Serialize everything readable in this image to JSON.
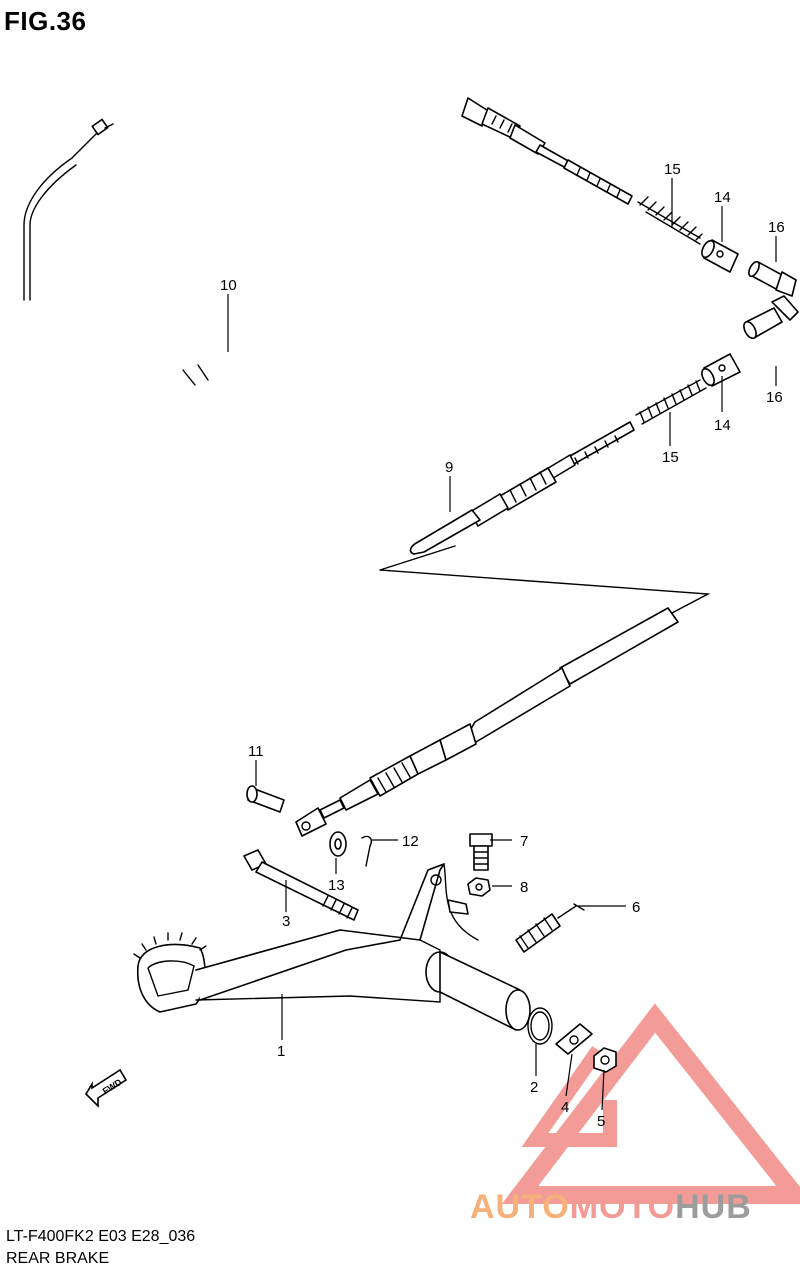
{
  "figure": {
    "title": "FIG.36"
  },
  "callouts": {
    "c1": "1",
    "c2": "2",
    "c3": "3",
    "c4": "4",
    "c5": "5",
    "c6": "6",
    "c7": "7",
    "c8": "8",
    "c9": "9",
    "c10": "10",
    "c11": "11",
    "c12": "12",
    "c13": "13",
    "c14a": "14",
    "c14b": "14",
    "c15a": "15",
    "c15b": "15",
    "c16a": "16",
    "c16b": "16"
  },
  "footer": {
    "model_code": "LT-F400FK2 E03 E28_036",
    "section": "REAR BRAKE"
  },
  "fwd_arrow": {
    "label": "FWD"
  },
  "watermark": {
    "part1": "AUTO",
    "part2": "MOTO",
    "part3": "HUB",
    "colors": [
      "#f6b07a",
      "#f39a95",
      "#9c9c9c"
    ]
  }
}
